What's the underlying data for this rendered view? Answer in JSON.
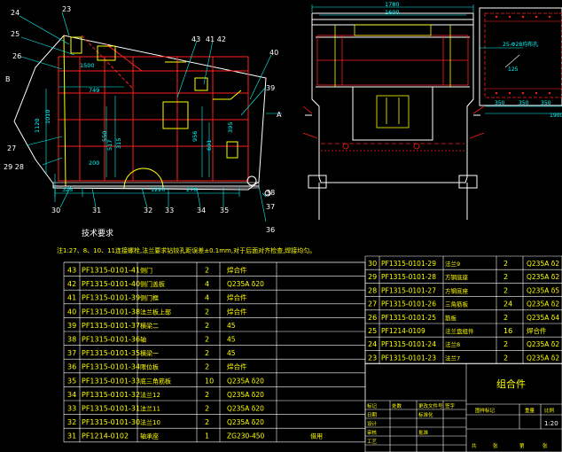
{
  "colors": {
    "background": "#000000",
    "part_red": "#ff2020",
    "dimension_cyan": "#00ffff",
    "text_yellow": "#ffff00",
    "line_white": "#ffffff",
    "frame_blue": "#3030ff"
  },
  "drawing": {
    "side_view": {
      "balloons": [
        "23",
        "24",
        "25",
        "26",
        "B",
        "27",
        "29 28",
        "30",
        "31",
        "32",
        "33",
        "34",
        "35",
        "36",
        "37",
        "38",
        "39",
        "40",
        "41 42",
        "43",
        "A"
      ],
      "dims": [
        "749",
        "1120",
        "1010",
        "1500",
        "550",
        "517",
        "315",
        "200",
        "325",
        "270",
        "691",
        "956",
        "395",
        "1220"
      ]
    },
    "front_view": {
      "dims": [
        "1780",
        "1600"
      ]
    },
    "detail_view": {
      "labels": [
        "25-Φ28均布孔",
        "125",
        "350",
        "350",
        "350",
        "1900"
      ]
    },
    "section_title": "技术要求",
    "note": "注1:27、8、10、11连接螺栓,法兰要求钻铰孔距误差±0.1mm,对于后面对齐检查,焊接均匀。"
  },
  "bom_left": [
    {
      "no": "43",
      "code": "PF1315-0101-41",
      "name": "侧门",
      "qty": "2",
      "mat": "焊合件",
      "note": ""
    },
    {
      "no": "42",
      "code": "PF1315-0101-40",
      "name": "侧门盖板",
      "qty": "4",
      "mat": "Q235A δ20",
      "note": ""
    },
    {
      "no": "41",
      "code": "PF1315-0101-39",
      "name": "侧门框",
      "qty": "4",
      "mat": "焊合件",
      "note": ""
    },
    {
      "no": "40",
      "code": "PF1315-0101-38",
      "name": "法兰板上部",
      "qty": "2",
      "mat": "焊合件",
      "note": ""
    },
    {
      "no": "39",
      "code": "PF1315-0101-37",
      "name": "横梁二",
      "qty": "2",
      "mat": "45",
      "note": ""
    },
    {
      "no": "38",
      "code": "PF1315-0101-36",
      "name": "轴",
      "qty": "2",
      "mat": "45",
      "note": ""
    },
    {
      "no": "37",
      "code": "PF1315-0101-35",
      "name": "横梁一",
      "qty": "2",
      "mat": "45",
      "note": ""
    },
    {
      "no": "36",
      "code": "PF1315-0101-34",
      "name": "限位板",
      "qty": "2",
      "mat": "焊合件",
      "note": ""
    },
    {
      "no": "35",
      "code": "PF1315-0101-33",
      "name": "底三角筋板",
      "qty": "10",
      "mat": "Q235A δ20",
      "note": ""
    },
    {
      "no": "34",
      "code": "PF1315-0101-32",
      "name": "法兰12",
      "qty": "2",
      "mat": "Q235A δ20",
      "note": ""
    },
    {
      "no": "33",
      "code": "PF1315-0101-31",
      "name": "法兰11",
      "qty": "2",
      "mat": "Q235A δ20",
      "note": ""
    },
    {
      "no": "32",
      "code": "PF1315-0101-30",
      "name": "法兰10",
      "qty": "2",
      "mat": "Q235A δ20",
      "note": ""
    },
    {
      "no": "31",
      "code": "PF1214-0102",
      "name": "轴承座",
      "qty": "1",
      "mat": "ZG230-450",
      "note": "借用"
    }
  ],
  "bom_right": [
    {
      "no": "30",
      "code": "PF1315-0101-29",
      "name": "法兰9",
      "qty": "2",
      "mat": "Q235A δ2"
    },
    {
      "no": "29",
      "code": "PF1315-0101-28",
      "name": "方钢底座",
      "qty": "2",
      "mat": "Q235A δ2"
    },
    {
      "no": "28",
      "code": "PF1315-0101-27",
      "name": "方钢底座",
      "qty": "2",
      "mat": "Q235A δ5"
    },
    {
      "no": "27",
      "code": "PF1315-0101-26",
      "name": "三角筋板",
      "qty": "24",
      "mat": "Q235A δ2"
    },
    {
      "no": "26",
      "code": "PF1315-0101-25",
      "name": "筋板",
      "qty": "2",
      "mat": "Q235A δ4"
    },
    {
      "no": "25",
      "code": "PF1214-0109",
      "name": "法兰盘组件",
      "qty": "16",
      "mat": "焊合件"
    },
    {
      "no": "24",
      "code": "PF1315-0101-24",
      "name": "法兰8",
      "qty": "2",
      "mat": "Q235A δ2"
    },
    {
      "no": "23",
      "code": "PF1315-0101-23",
      "name": "法兰7",
      "qty": "2",
      "mat": "Q235A δ2"
    }
  ],
  "title_block": {
    "part_name": "组合件",
    "scale": "1:20",
    "rows": [
      "标记",
      "处数",
      "更改文件号",
      "签字",
      "日期",
      "设计",
      "标准化",
      "审核",
      "工艺",
      "批准"
    ],
    "headers": [
      "图样标记",
      "重量",
      "比例",
      "共",
      "张",
      "第",
      "张"
    ]
  }
}
